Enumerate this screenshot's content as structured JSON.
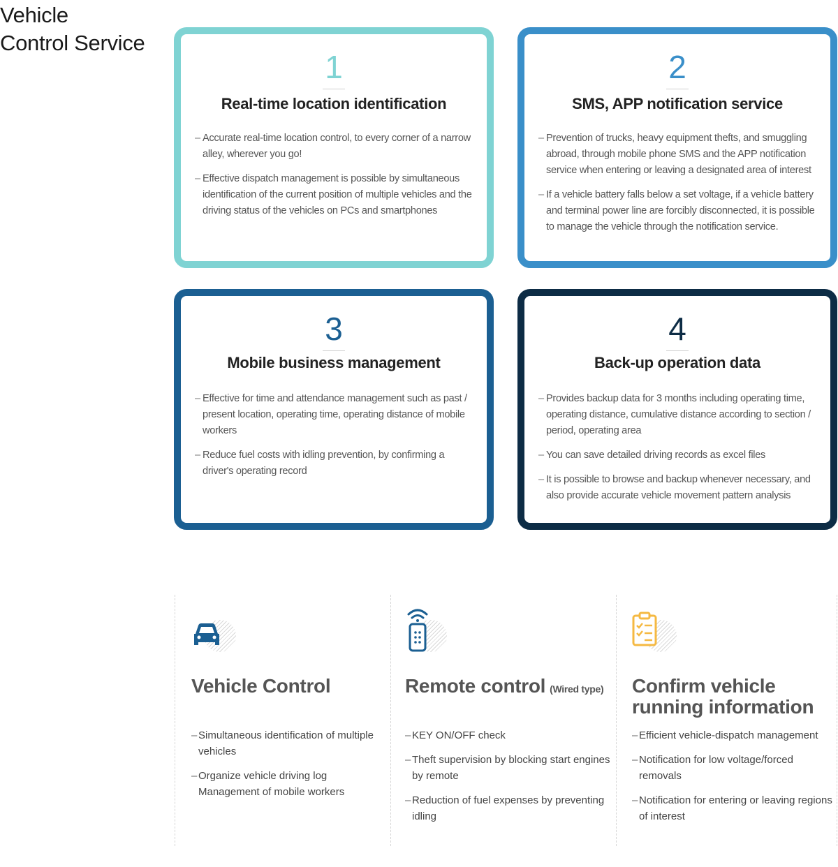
{
  "page": {
    "title_line1": "Vehicle",
    "title_line2": "Control Service"
  },
  "cards": [
    {
      "number": "1",
      "title": "Real-time location identification",
      "color": "#7fd3d3",
      "items": [
        "Accurate real-time location control, to every corner of a narrow alley, wherever you go!",
        "Effective dispatch management is possible by simultaneous identification of the current position of  multiple vehicles and the driving status of the vehicles on PCs and smartphones"
      ]
    },
    {
      "number": "2",
      "title": "SMS, APP notification service",
      "color": "#3a8fc9",
      "items": [
        "Prevention of trucks, heavy equipment thefts, and smuggling abroad, through mobile phone SMS and the APP notification service when entering or leaving a designated area of interest",
        "If a vehicle battery falls below a set voltage, if a vehicle battery and terminal power line are forcibly disconnected, it is possible to manage the vehicle through the notification service."
      ]
    },
    {
      "number": "3",
      "title": "Mobile business management",
      "color": "#1b5f92",
      "items": [
        "Effective for time and attendance management such as past / present location, operating time, operating distance of mobile workers",
        "Reduce fuel costs with idling prevention, by confirming a driver's operating record"
      ]
    },
    {
      "number": "4",
      "title": "Back-up operation data",
      "color": "#0d2c45",
      "items": [
        "Provides backup data for 3 months including operating time, operating distance, cumulative distance according to section / period, operating area",
        "You can save detailed driving records as excel files",
        "It is possible to browse and backup whenever necessary, and also provide accurate vehicle movement pattern analysis"
      ]
    }
  ],
  "features": [
    {
      "icon": "car-icon",
      "icon_color": "#1b5f92",
      "title": "Vehicle Control",
      "title_suffix": "",
      "items": [
        "Simultaneous identification of multiple vehicles",
        "Organize vehicle driving log Management of mobile workers"
      ]
    },
    {
      "icon": "remote-control-icon",
      "icon_color": "#1b5f92",
      "title": "Remote control",
      "title_suffix": "(Wired type)",
      "items": [
        "KEY ON/OFF  check",
        "Theft supervision by blocking start engines by remote",
        "Reduction of fuel expenses by preventing idling"
      ]
    },
    {
      "icon": "clipboard-checklist-icon",
      "icon_color": "#f5b942",
      "title_line1": "Confirm vehicle",
      "title_line2": "running information",
      "items": [
        "Efficient vehicle-dispatch management",
        "Notification for low voltage/forced removals",
        "Notification for entering or leaving regions of interest"
      ]
    }
  ]
}
